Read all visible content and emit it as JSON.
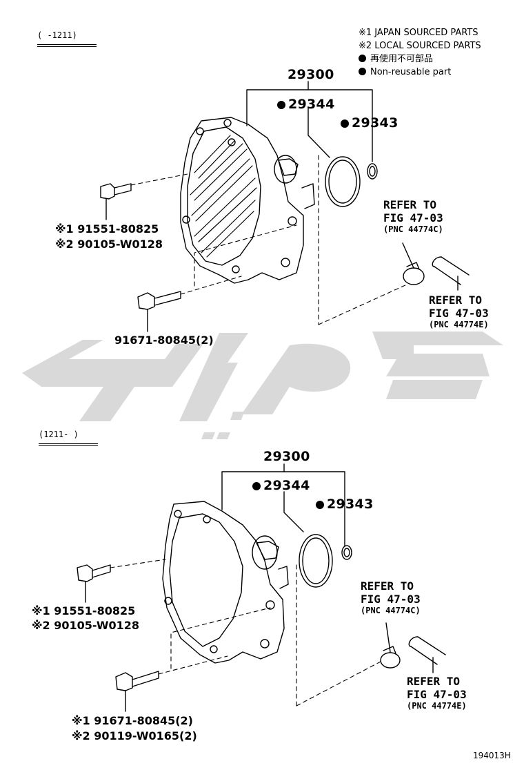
{
  "top_section": {
    "range_label": "(      -1211)",
    "legend": [
      "※1 JAPAN SOURCED PARTS",
      "※2 LOCAL SOURCED PARTS",
      "再使用不可部品",
      "Non-reusable part"
    ],
    "assembly_number": "29300",
    "gasket_number": "29344",
    "oring_number": "29343",
    "bolt1_part_jp": "※1 91551-80825",
    "bolt1_part_local": "※2 90105-W0128",
    "bolt2_part": "91671-80845(2)",
    "ref_c": {
      "line1": "REFER TO",
      "line2": "FIG 47-03",
      "line3": "(PNC 44774C)"
    },
    "ref_e": {
      "line1": "REFER TO",
      "line2": "FIG 47-03",
      "line3": "(PNC 44774E)"
    }
  },
  "bottom_section": {
    "range_label": "(1211-      )",
    "assembly_number": "29300",
    "gasket_number": "29344",
    "oring_number": "29343",
    "bolt1_part_jp": "※1 91551-80825",
    "bolt1_part_local": "※2 90105-W0128",
    "bolt2_part_jp": "※1  91671-80845(2)",
    "bolt2_part_local": "※2  90119-W0165(2)",
    "ref_c": {
      "line1": "REFER TO",
      "line2": "FIG 47-03",
      "line3": "(PNC 44774C)"
    },
    "ref_e": {
      "line1": "REFER TO",
      "line2": "FIG 47-03",
      "line3": "(PNC 44774E)"
    }
  },
  "figure_number": "194013H",
  "colors": {
    "ink": "#000000",
    "watermark": "#d9d9d9",
    "background": "#ffffff"
  }
}
